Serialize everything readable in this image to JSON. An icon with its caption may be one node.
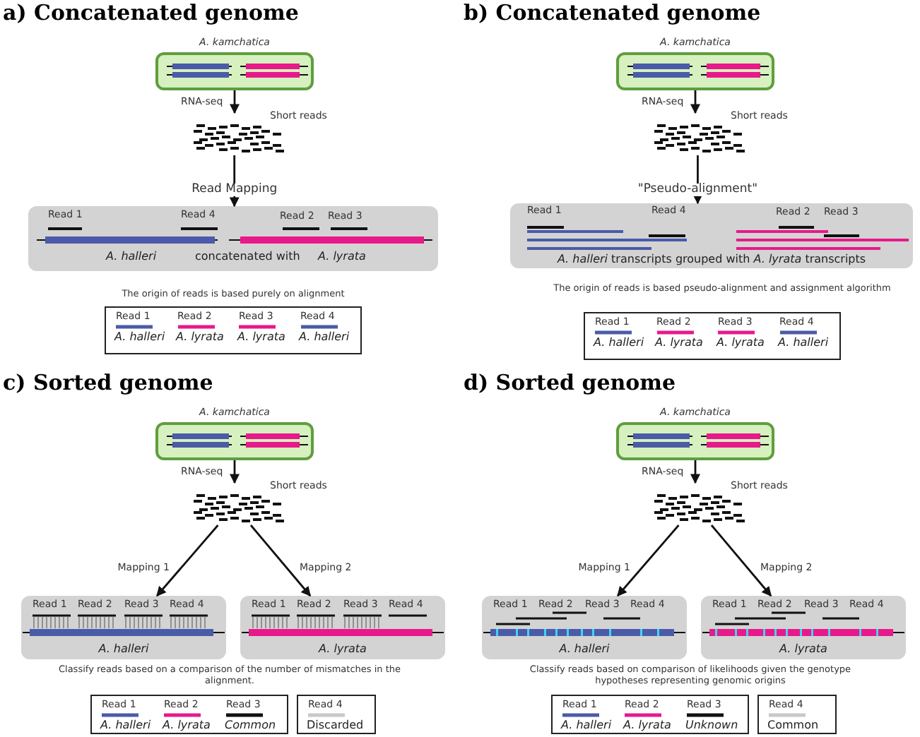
{
  "diagram": {
    "nodes": [
      {
        "text": [
          "A. kamchatica"
        ]
      },
      {
        "text": [
          "Short reads"
        ]
      },
      {
        "text": [
          "Read 1",
          "Read 4",
          "Read 2",
          "Read 3",
          "A. halleri",
          "concatenated with",
          "A. lyrata"
        ]
      },
      {
        "text": [
          "Read 1",
          "A. halleri",
          "Read 2",
          "A. lyrata",
          "Read 3",
          "A. lyrata",
          "Read 4",
          "A. halleri"
        ],
        "beside": [
          "The origin of reads is based purely on alignment"
        ]
      },
      {
        "text": [
          "A. kamchatica"
        ]
      },
      {
        "text": [
          "Short reads"
        ]
      },
      {
        "text": [
          "Read 1",
          "Read 4",
          "Read 2",
          "Read 3",
          "*A. halleri* transcripts grouped with *A. lyrata* transcripts"
        ]
      },
      {
        "text": [
          "Read 1",
          "A. halleri",
          "Read 2",
          "A. lyrata",
          "Read 3",
          "A. lyrata",
          "Read 4",
          "A. halleri"
        ],
        "beside": [
          "The origin of reads is based pseudo-alignment and assignment algorithm"
        ]
      },
      {
        "text": [
          "A. kamchatica"
        ]
      },
      {
        "text": [
          "Short reads"
        ]
      },
      {
        "text": [
          "Read 1",
          "Read 2",
          "Read 3",
          "Read 4",
          "A. halleri"
        ]
      },
      {
        "text": [
          "Read 1",
          "Read 2",
          "Read 3",
          "Read 4",
          "A. lyrata"
        ]
      },
      {
        "text": [
          "Read 1",
          "A. halleri",
          "Read 2",
          "A. lyrata",
          "Read 3",
          "Common"
        ],
        "beside": [
          "Classify reads based on a comparison of the number of mismatches in the alignment."
        ]
      },
      {
        "text": [
          "Read 4",
          "Discarded"
        ]
      },
      {
        "text": [
          "A. kamchatica"
        ]
      },
      {
        "text": [
          "Short reads"
        ]
      },
      {
        "text": [
          "Read 1",
          "Read 2",
          "Read 3",
          "Read 4",
          "A. halleri"
        ]
      },
      {
        "text": [
          "Read 1",
          "Read 2",
          "Read 3",
          "Read 4",
          "A. lyrata"
        ]
      },
      {
        "text": [
          "Read 1",
          "A. halleri",
          "Read 2",
          "A. lyrata",
          "Read 3",
          "Unknown"
        ],
        "beside": [
          "Classify reads based on comparison of likelihoods given the genotype hypotheses representing genomic origins"
        ]
      },
      {
        "text": [
          "Read 4",
          "Common"
        ]
      }
    ],
    "edges": [
      {
        "from": 0,
        "to": 1,
        "arrow": "to",
        "label": "RNA-seq"
      },
      {
        "from": 1,
        "to": 2,
        "arrow": "to",
        "label": "Read Mapping"
      },
      {
        "from": 4,
        "to": 5,
        "arrow": "to",
        "label": "RNA-seq"
      },
      {
        "from": 5,
        "to": 6,
        "arrow": "to",
        "label": "\"Pseudo-alignment\""
      },
      {
        "from": 8,
        "to": 9,
        "arrow": "to",
        "label": "RNA-seq"
      },
      {
        "from": 9,
        "to": 10,
        "arrow": "to",
        "label": "Mapping 1"
      },
      {
        "from": 9,
        "to": 11,
        "arrow": "to",
        "label": "Mapping 2"
      },
      {
        "from": 14,
        "to": 15,
        "arrow": "to",
        "label": "RNA-seq"
      },
      {
        "from": 15,
        "to": 16,
        "arrow": "to",
        "label": "Mapping 1"
      },
      {
        "from": 15,
        "to": 17,
        "arrow": "to",
        "label": "Mapping 2"
      }
    ],
    "labels": [
      "a) Concatenated genome",
      "b) Concatenated genome",
      "c) Sorted genome",
      "d) Sorted genome"
    ]
  }
}
